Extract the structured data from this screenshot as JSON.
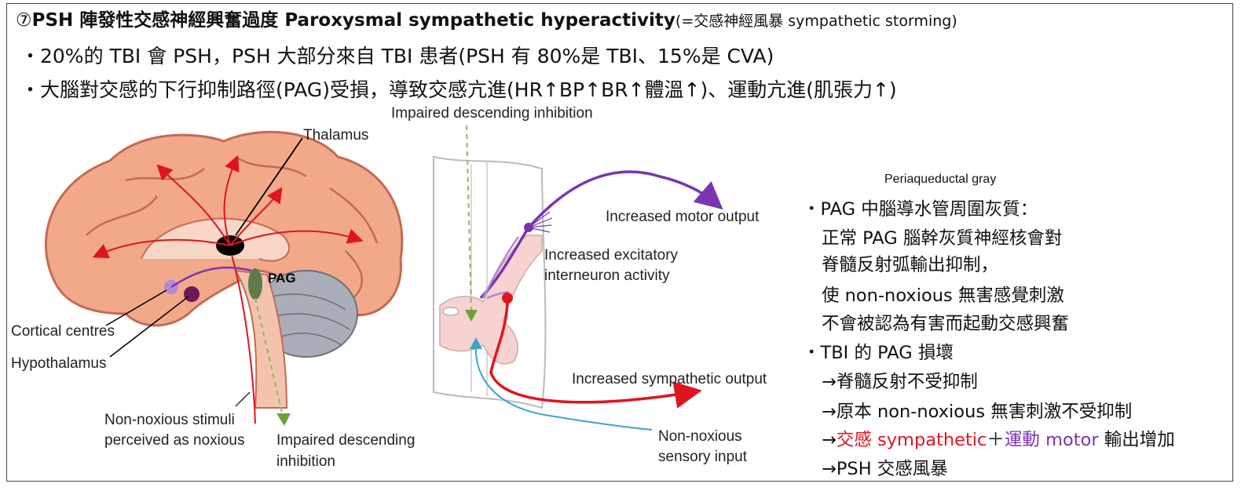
{
  "title": {
    "prefix": "⑦",
    "bold_zh": "PSH 陣發性交感神經興奮過度 ",
    "bold_en": "Paroxysmal sympathetic hyperactivity",
    "paren": "(=交感神經風暴 sympathetic storming)"
  },
  "bullets": [
    "・20%的 TBI 會 PSH，PSH 大部分來自 TBI 患者(PSH 有 80%是 TBI、15%是 CVA)",
    "・大腦對交感的下行抑制路徑(PAG)受損，導致交感亢進(HR↑BP↑BR↑體溫↑)、運動亢進(肌張力↑)"
  ],
  "figure_labels": {
    "impaired_top": "Impaired descending inhibition",
    "thalamus": "Thalamus",
    "pag": "PAG",
    "cortical": "Cortical centres",
    "hypothalamus": "Hypothalamus",
    "nonnox_1": "Non-noxious stimuli",
    "nonnox_2": "perceived as noxious",
    "impaired_bottom_1": "Impaired descending",
    "impaired_bottom_2": "inhibition",
    "motor_out": "Increased motor output",
    "excit_1": "Increased excitatory",
    "excit_2": "interneuron activity",
    "symp_out": "Increased sympathetic output",
    "sensory_1": "Non-noxious",
    "sensory_2": "sensory input"
  },
  "side": {
    "pag_heading": "Periaqueductal gray",
    "lines": [
      "・PAG 中腦導水管周圍灰質：",
      "正常 PAG 腦幹灰質神經核會對",
      "脊髓反射弧輸出抑制，",
      "使 non-noxious 無害感覺刺激",
      "不會被認為有害而起動交感興奮",
      "・TBI 的 PAG 損壞",
      "→脊髓反射不受抑制",
      "→原本 non-noxious 無害刺激不受抑制"
    ],
    "line9": {
      "arrow": "→",
      "symp": "交感 sympathetic",
      "plus": "＋",
      "motor": "運動 motor",
      "rest": " 輸出增加"
    },
    "line10": "→PSH 交感風暴"
  },
  "colors": {
    "red": "#e0141e",
    "purple": "#7a35b0",
    "brain": "#f2a98a",
    "cerebellum": "#a9aeb8",
    "pag_green": "#5f7a4b",
    "sensory_blue": "#3aa6c9"
  }
}
